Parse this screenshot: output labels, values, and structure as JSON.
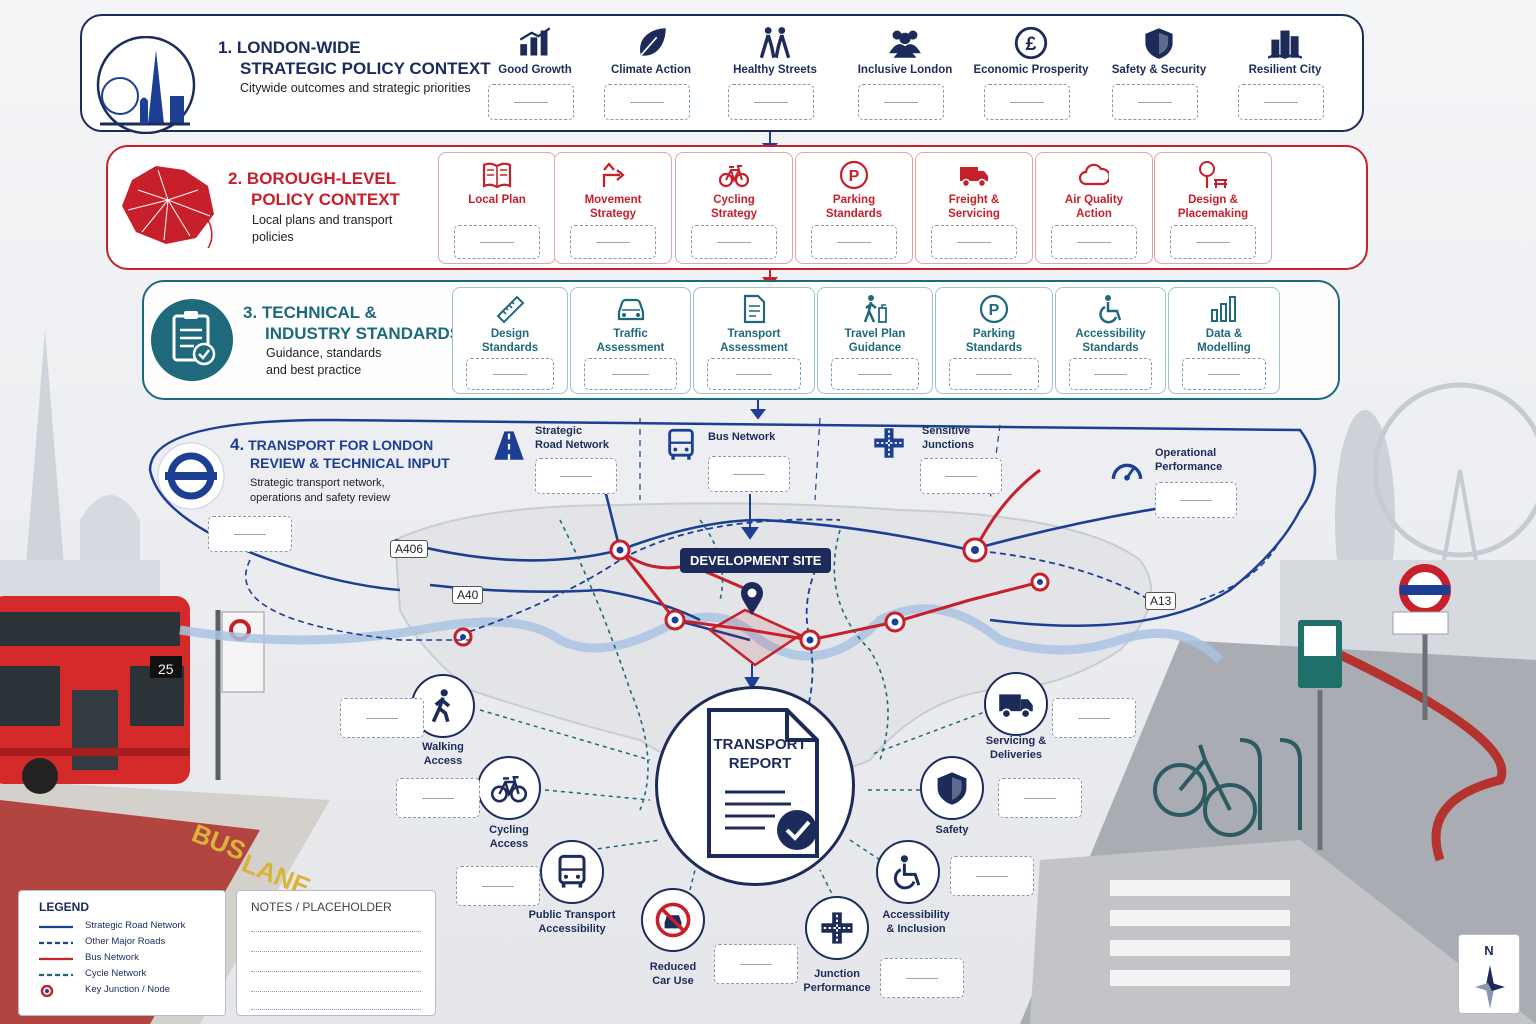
{
  "tier1": {
    "number": "1.",
    "title_line1": "LONDON-WIDE",
    "title_line2": "STRATEGIC POLICY CONTEXT",
    "subtitle": "Citywide outcomes and strategic priorities",
    "cards": [
      {
        "label": "Good Growth",
        "icon": "growth-chart-icon"
      },
      {
        "label": "Climate Action",
        "icon": "leaf-icon"
      },
      {
        "label": "Healthy Streets",
        "icon": "pedestrians-icon"
      },
      {
        "label": "Inclusive London",
        "icon": "people-group-icon"
      },
      {
        "label": "Economic Prosperity",
        "icon": "pound-coin-icon"
      },
      {
        "label": "Safety & Security",
        "icon": "shield-icon"
      },
      {
        "label": "Resilient City",
        "icon": "city-skyline-icon"
      }
    ]
  },
  "tier2": {
    "number": "2.",
    "title_line1": "BOROUGH-LEVEL",
    "title_line2": "POLICY CONTEXT",
    "subtitle_line1": "Local plans and transport",
    "subtitle_line2": "policies",
    "cards": [
      {
        "label1": "Local Plan",
        "label2": "",
        "icon": "book-icon"
      },
      {
        "label1": "Movement",
        "label2": "Strategy",
        "icon": "direction-arrow-icon"
      },
      {
        "label1": "Cycling",
        "label2": "Strategy",
        "icon": "bicycle-icon"
      },
      {
        "label1": "Parking",
        "label2": "Standards",
        "icon": "parking-icon"
      },
      {
        "label1": "Freight &",
        "label2": "Servicing",
        "icon": "truck-icon"
      },
      {
        "label1": "Air Quality",
        "label2": "Action",
        "icon": "cloud-icon"
      },
      {
        "label1": "Design &",
        "label2": "Placemaking",
        "icon": "tree-bench-icon"
      }
    ]
  },
  "tier3": {
    "number": "3.",
    "title_line1": "TECHNICAL &",
    "title_line2": "INDUSTRY STANDARDS",
    "subtitle_line1": "Guidance, standards",
    "subtitle_line2": "and best practice",
    "cards": [
      {
        "label1": "Design",
        "label2": "Standards",
        "icon": "ruler-icon"
      },
      {
        "label1": "Traffic",
        "label2": "Assessment",
        "icon": "car-icon"
      },
      {
        "label1": "Transport",
        "label2": "Assessment",
        "icon": "document-icon"
      },
      {
        "label1": "Travel Plan",
        "label2": "Guidance",
        "icon": "walker-icon"
      },
      {
        "label1": "Parking",
        "label2": "Standards",
        "icon": "parking-icon"
      },
      {
        "label1": "Accessibility",
        "label2": "Standards",
        "icon": "wheelchair-icon"
      },
      {
        "label1": "Data &",
        "label2": "Modelling",
        "icon": "bar-chart-icon"
      }
    ]
  },
  "tier4": {
    "number": "4.",
    "title_line1": "TRANSPORT FOR LONDON",
    "title_line2": "REVIEW & TECHNICAL INPUT",
    "subtitle_line1": "Strategic transport network,",
    "subtitle_line2": "operations and safety review",
    "items": [
      {
        "label1": "Strategic",
        "label2": "Road Network",
        "icon": "road-icon"
      },
      {
        "label1": "Bus Network",
        "label2": "",
        "icon": "bus-front-icon"
      },
      {
        "label1": "Sensitive",
        "label2": "Junctions",
        "icon": "junction-icon"
      },
      {
        "label1": "Operational",
        "label2": "Performance",
        "icon": "gauge-icon"
      }
    ]
  },
  "map": {
    "site_label": "DEVELOPMENT SITE",
    "road_labels": [
      "A406",
      "A40",
      "A13"
    ]
  },
  "report": {
    "line1": "TRANSPORT",
    "line2": "REPORT"
  },
  "outcomes": [
    {
      "label1": "Walking",
      "label2": "Access",
      "icon": "walking-icon"
    },
    {
      "label1": "Cycling",
      "label2": "Access",
      "icon": "bicycle-icon"
    },
    {
      "label1": "Public Transport",
      "label2": "Accessibility",
      "icon": "bus-front-icon"
    },
    {
      "label1": "Reduced",
      "label2": "Car Use",
      "icon": "no-car-icon"
    },
    {
      "label1": "Junction",
      "label2": "Performance",
      "icon": "junction-icon"
    },
    {
      "label1": "Accessibility",
      "label2": "& Inclusion",
      "icon": "wheelchair-icon"
    },
    {
      "label1": "Safety",
      "label2": "",
      "icon": "shield-icon"
    },
    {
      "label1": "Servicing &",
      "label2": "Deliveries",
      "icon": "truck-icon"
    }
  ],
  "legend": {
    "title": "LEGEND",
    "items": [
      {
        "label": "Strategic Road Network",
        "color": "#1c3f94",
        "style": "solid"
      },
      {
        "label": "Other Major Roads",
        "color": "#1c3f94",
        "style": "dashed"
      },
      {
        "label": "Bus Network",
        "color": "#c8202b",
        "style": "solid"
      },
      {
        "label": "Cycle Network",
        "color": "#1e6a7c",
        "style": "dashed"
      },
      {
        "label": "Key Junction / Node",
        "color": "#c8202b",
        "style": "node"
      }
    ]
  },
  "notes": {
    "title": "NOTES / PLACEHOLDER"
  },
  "scene": {
    "bus_route_number": "25",
    "bus_lane_text_1": "BUS",
    "bus_lane_text_2": "LANE"
  },
  "compass": {
    "north": "N"
  },
  "colors": {
    "navy": "#1c2b5a",
    "red": "#c8202b",
    "teal": "#1e6a7c",
    "blue": "#1c3f94"
  }
}
